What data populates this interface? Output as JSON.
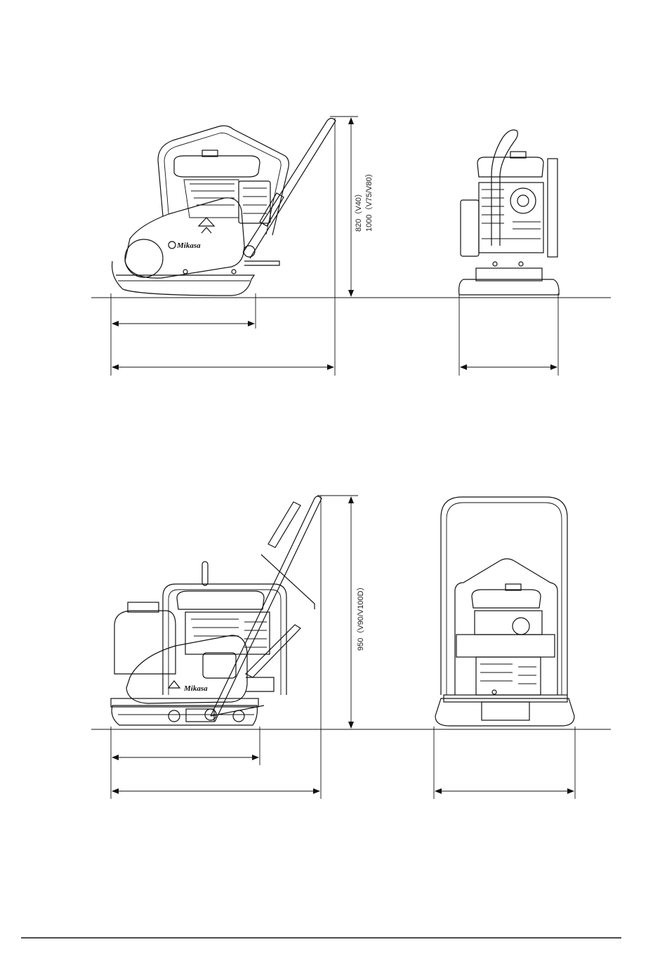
{
  "drawing_1": {
    "height_label_line1": "820（V40）",
    "height_label_line2": "1000（V75/V80）",
    "brand_text": "Mikasa"
  },
  "drawing_2": {
    "height_label": "950（V90/V100D）",
    "brand_text": "Mikasa"
  },
  "icons": [
    "arrow-head",
    "mikasa-logo"
  ]
}
